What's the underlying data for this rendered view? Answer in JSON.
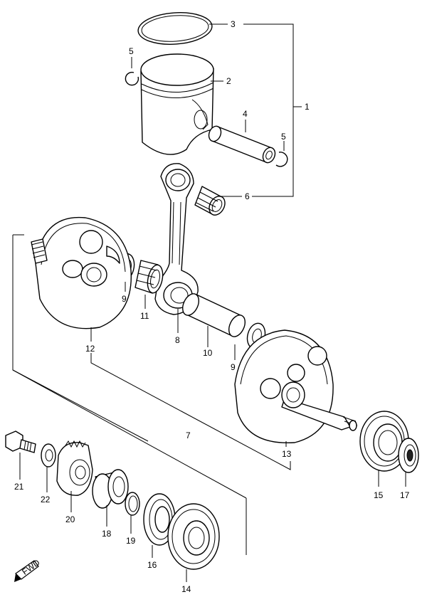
{
  "labels": {
    "p1": "1",
    "p2": "2",
    "p3": "3",
    "p4": "4",
    "p5a": "5",
    "p5b": "5",
    "p6": "6",
    "p7": "7",
    "p8": "8",
    "p9a": "9",
    "p9b": "9",
    "p10": "10",
    "p11": "11",
    "p12": "12",
    "p13": "13",
    "p14": "14",
    "p15": "15",
    "p16": "16",
    "p17": "17",
    "p18": "18",
    "p19": "19",
    "p20": "20",
    "p21": "21",
    "p22": "22"
  },
  "fwd": {
    "label": "FWD",
    "icon": "fwd-arrow-icon"
  }
}
